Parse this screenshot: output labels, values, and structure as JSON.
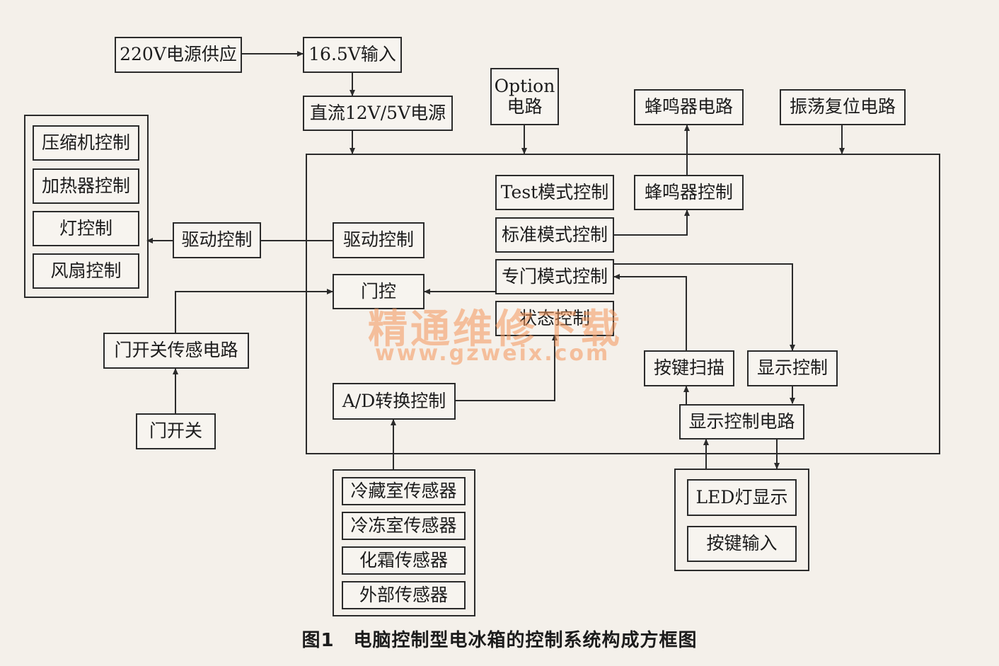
{
  "nodes": {
    "power_220v": "220V电源供应",
    "input_16v": "16.5V输入",
    "dc_power": "直流12V/5V电源",
    "option_line1": "Option",
    "option_line2": "电路",
    "buzzer_circuit": "蜂鸣器电路",
    "oscillator_reset": "振荡复位电路",
    "compressor_ctrl": "压缩机控制",
    "heater_ctrl": "加热器控制",
    "lamp_ctrl": "灯控制",
    "fan_ctrl": "风扇控制",
    "drive_ctrl_outer": "驱动控制",
    "drive_ctrl_inner": "驱动控制",
    "door_ctrl": "门控",
    "test_mode": "Test模式控制",
    "standard_mode": "标准模式控制",
    "special_mode": "专门模式控制",
    "status_ctrl": "状态控制",
    "buzzer_ctrl": "蜂鸣器控制",
    "door_sensor_circuit": "门开关传感电路",
    "door_switch": "门开关",
    "key_scan": "按键扫描",
    "display_ctrl": "显示控制",
    "ad_convert": "A/D转换控制",
    "display_ctrl_circuit": "显示控制电路",
    "fridge_sensor": "冷藏室传感器",
    "freezer_sensor": "冷冻室传感器",
    "defrost_sensor": "化霜传感器",
    "external_sensor": "外部传感器",
    "led_display": "LED灯显示",
    "key_input": "按键输入"
  },
  "watermark": {
    "title": "精通维修下载",
    "url": "www.gzweix.com"
  },
  "caption": "图1　电脑控制型电冰箱的控制系统构成方框图"
}
